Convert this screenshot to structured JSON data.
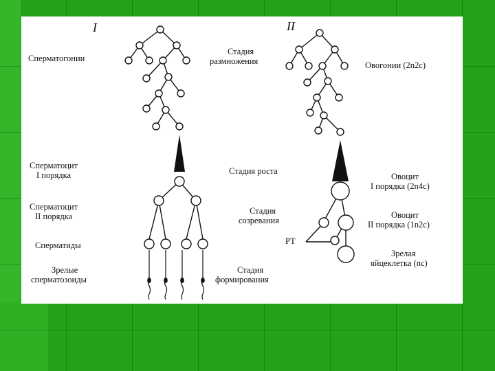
{
  "roman_left": "I",
  "roman_right": "II",
  "left_labels": {
    "spermatogonia": "Сперматогонии",
    "spermatocyte1_l1": "Сперматоцит",
    "spermatocyte1_l2": "I порядка",
    "spermatocyte2_l1": "Сперматоцит",
    "spermatocyte2_l2": "II порядка",
    "spermatids": "Сперматиды",
    "mature_l1": "Зрелые",
    "mature_l2": "сперматозоиды"
  },
  "middle_labels": {
    "reproduction_l1": "Стадия",
    "reproduction_l2": "размножения",
    "growth": "Стадия роста",
    "maturation_l1": "Стадия",
    "maturation_l2": "созревания",
    "formation_l1": "Стадия",
    "formation_l2": "формирования",
    "polar_bodies": "РТ"
  },
  "right_labels": {
    "oogonia": "Овогонии (2n2c)",
    "oocyte1_l1": "Овоцит",
    "oocyte1_l2": "I порядка (2n4c)",
    "oocyte2_l1": "Овоцит",
    "oocyte2_l2": "II порядка (1n2c)",
    "mature_egg_l1": "Зрелая",
    "mature_egg_l2": "яйцеклетка (nc)"
  },
  "colors": {
    "background": "#25a21a",
    "panel": "#ffffff",
    "ink": "#111111"
  }
}
